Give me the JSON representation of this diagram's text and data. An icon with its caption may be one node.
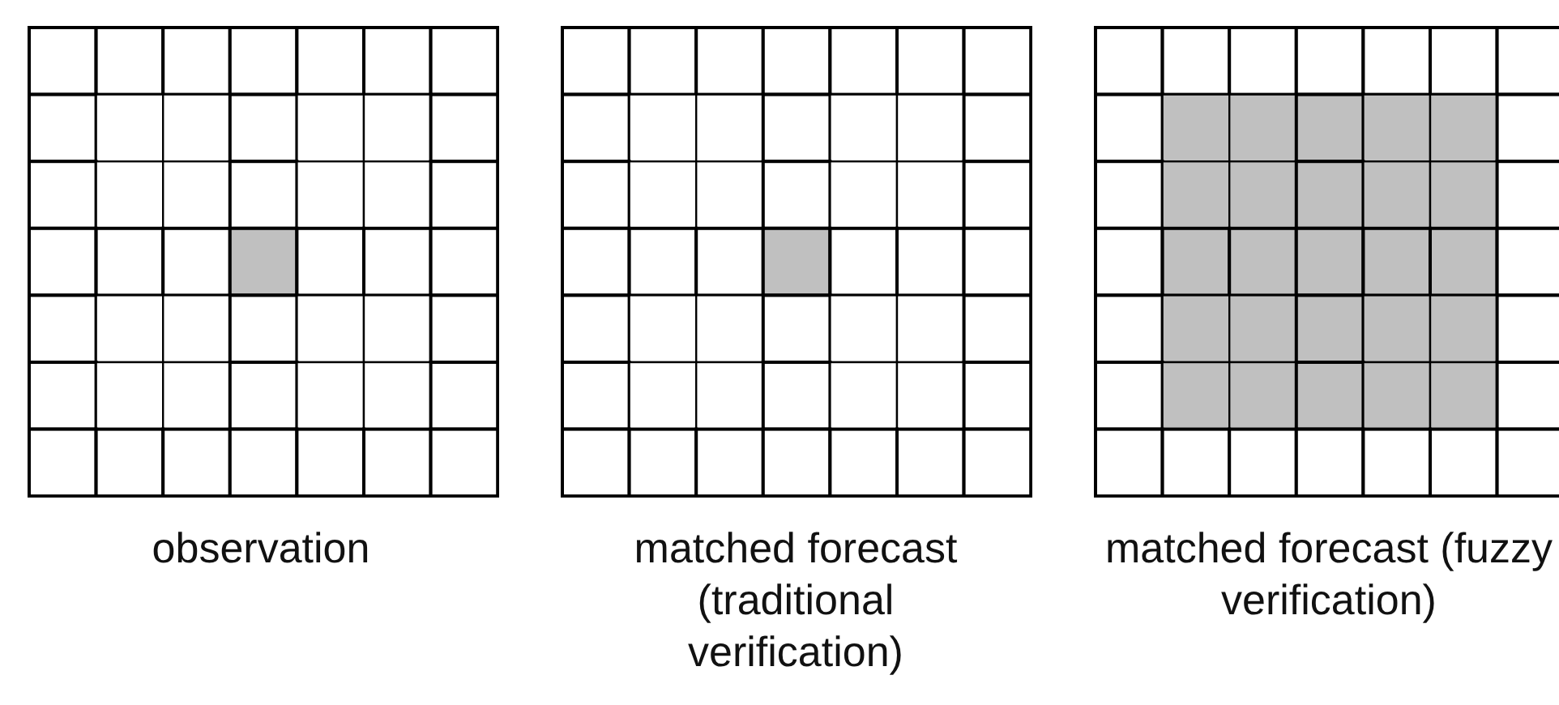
{
  "diagram": {
    "labels": [
      "observation",
      "matched forecast (traditional verification)",
      "matched forecast (fuzzy verification)"
    ]
  }
}
